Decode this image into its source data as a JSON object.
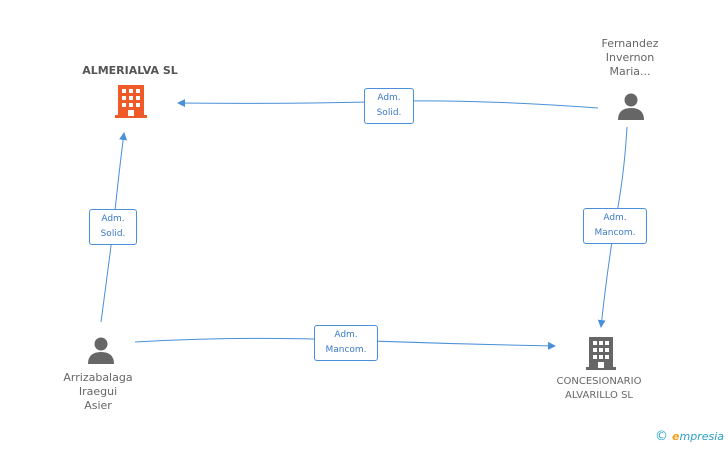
{
  "nodes": {
    "almerialva": {
      "label": "ALMERIALVA SL",
      "type": "company",
      "color": "#f05a28"
    },
    "fernandez": {
      "label": "Fernandez\nInvernon\nMaria...",
      "type": "person",
      "color": "#666666"
    },
    "arrizabalaga": {
      "label": "Arrizabalaga\nIraegui\nAsier",
      "type": "person",
      "color": "#666666"
    },
    "concesionario": {
      "label": "CONCESIONARIO\nALVARILLO SL",
      "type": "company",
      "color": "#666666"
    }
  },
  "edges": [
    {
      "label": "Adm.\nSolid."
    },
    {
      "label": "Adm.\nSolid."
    },
    {
      "label": "Adm.\nMancom."
    },
    {
      "label": "Adm.\nMancom."
    }
  ],
  "colors": {
    "edge": "#4a90d9",
    "accent": "#f05a28"
  },
  "footer": {
    "copyright": "©",
    "brand_e": "e",
    "brand_rest": "mpresia"
  }
}
